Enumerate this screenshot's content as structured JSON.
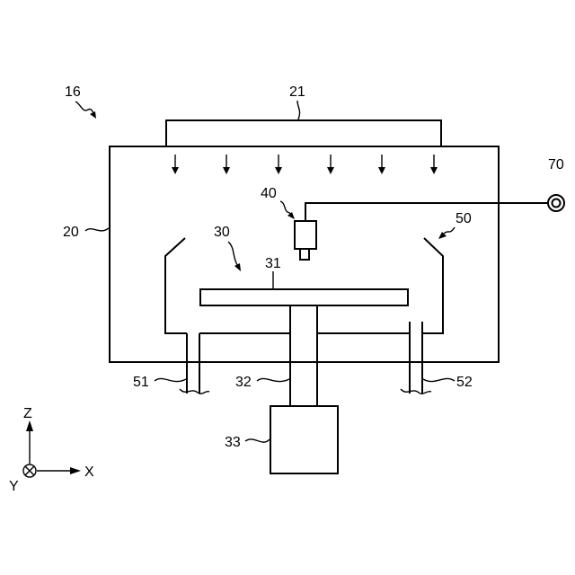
{
  "labels": {
    "apparatus": "16",
    "chamber": "20",
    "shower_head": "21",
    "substrate_holder": "30",
    "stage": "31",
    "shaft": "32",
    "drive": "33",
    "sensor": "40",
    "cup": "50",
    "drain_left": "51",
    "drain_right": "52",
    "controller": "70"
  },
  "axes": {
    "z": "Z",
    "x": "X",
    "y": "Y"
  }
}
